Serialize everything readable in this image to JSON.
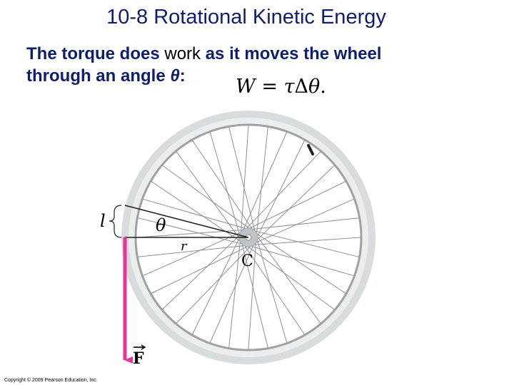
{
  "slide": {
    "title": "10-8 Rotational Kinetic Energy",
    "body": {
      "line1_a": "The torque does ",
      "line1_work": "work",
      "line1_b": " as it moves the wheel",
      "line2_a": "through an angle ",
      "line2_theta": "θ",
      "line2_b": ":"
    },
    "formula": {
      "lhs": "W",
      "eq": " = ",
      "tau": "τ",
      "delta": "Δ",
      "theta": "θ",
      "end": "."
    },
    "copyright": "Copyright © 2009 Pearson Education, Inc."
  },
  "figure": {
    "labels": {
      "l": "l",
      "theta": "θ",
      "r": "r",
      "center": "C",
      "force": "F"
    },
    "spoke_count": 36,
    "colors": {
      "tire_outer": "#d9dcdc",
      "tire_inner": "#eceeee",
      "rim": "#9ea2a4",
      "spoke": "#8d9092",
      "hub": "#bfc3c5",
      "force_arrow": "#e6359a",
      "text_primary": "#0f1e6e"
    }
  }
}
